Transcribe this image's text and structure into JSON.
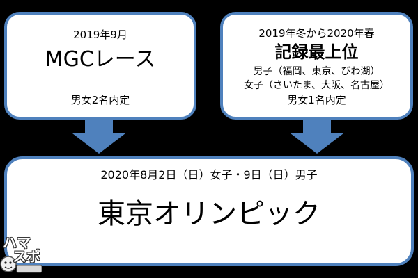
{
  "colors": {
    "background": "#000000",
    "box_fill": "#ffffff",
    "box_border": "#4f81bd",
    "arrow_fill": "#4f81bd"
  },
  "mgc": {
    "date": "2019年9月",
    "title": "MGCレース",
    "note": "男女2名内定"
  },
  "record": {
    "period": "2019年冬から2020年春",
    "title": "記録最上位",
    "men": "男子（福岡、東京、びわ湖）",
    "women": "女子（さいたま、大阪、名古屋）",
    "note": "男女1名内定"
  },
  "olympic": {
    "dates": "2020年8月2日（日）女子・9日（日）男子",
    "title": "東京オリンピック"
  },
  "logo": {
    "line1": "ハマ",
    "line2": "スポ"
  }
}
